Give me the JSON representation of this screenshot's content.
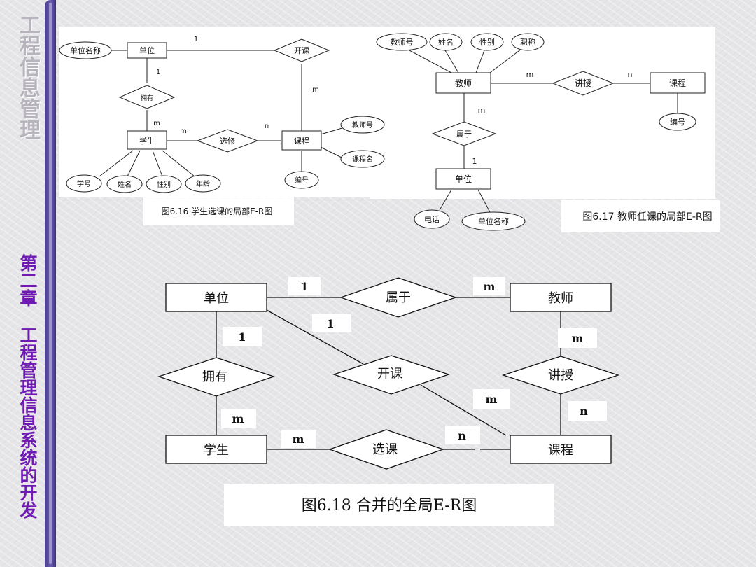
{
  "sidebar": {
    "top_title": "工程信息管理",
    "chapter": "第二章",
    "subject": "工程管理信息系统的开发"
  },
  "fig16": {
    "caption": "图6.16  学生选课的局部E-R图",
    "unit_name": "单位名称",
    "unit": "单位",
    "open": "开课",
    "have": "拥有",
    "student": "学生",
    "elect": "选修",
    "course": "课程",
    "teacher_no": "教师号",
    "course_name": "课程名",
    "code": "编号",
    "sno": "学号",
    "sname": "姓名",
    "sex": "性别",
    "age": "年龄",
    "c_1a": "1",
    "c_1b": "1",
    "c_m1": "m",
    "c_m2": "m",
    "c_m3": "m",
    "c_n": "n"
  },
  "fig17": {
    "caption": "图6.17  教师任课的局部E-R图",
    "teacher_no": "教师号",
    "name": "姓名",
    "sex": "性别",
    "title": "职称",
    "teacher": "教师",
    "teach": "讲授",
    "course": "课程",
    "code": "编号",
    "belong": "属于",
    "unit": "单位",
    "phone": "电话",
    "unit_name": "单位名称",
    "c_m1": "m",
    "c_n": "n",
    "c_m2": "m",
    "c_1": "1"
  },
  "fig18": {
    "caption": "图6.18   合并的全局E-R图",
    "unit": "单位",
    "belong": "属于",
    "teacher": "教师",
    "have": "拥有",
    "open": "开课",
    "teach": "讲授",
    "student": "学生",
    "elect": "选课",
    "course": "课程",
    "c_1a": "1",
    "c_ma": "m",
    "c_1b": "1",
    "c_1c": "1",
    "c_mb": "m",
    "c_mc": "m",
    "c_nb": "n",
    "c_md": "m",
    "c_me": "m",
    "c_n": "n"
  }
}
